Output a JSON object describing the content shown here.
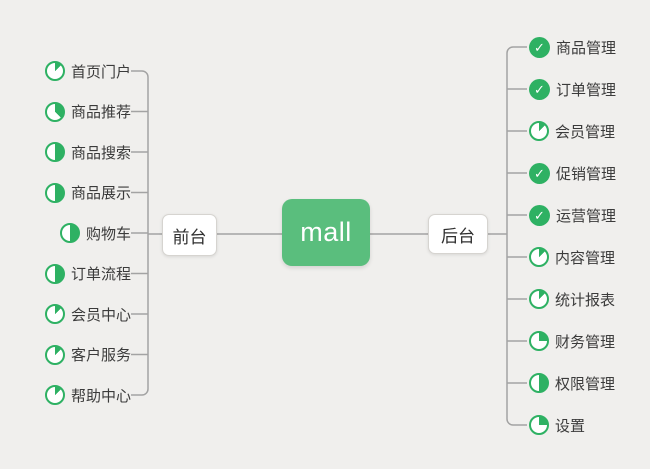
{
  "mindmap": {
    "root": {
      "label": "mall"
    },
    "branches": [
      {
        "side": "left",
        "label": "前台",
        "items": [
          {
            "label": "首页门户",
            "progress": "1/8"
          },
          {
            "label": "商品推荐",
            "progress": "3/8"
          },
          {
            "label": "商品搜索",
            "progress": "1/2"
          },
          {
            "label": "商品展示",
            "progress": "1/2"
          },
          {
            "label": "购物车",
            "progress": "1/2"
          },
          {
            "label": "订单流程",
            "progress": "1/2"
          },
          {
            "label": "会员中心",
            "progress": "1/8"
          },
          {
            "label": "客户服务",
            "progress": "1/8"
          },
          {
            "label": "帮助中心",
            "progress": "1/8"
          }
        ]
      },
      {
        "side": "right",
        "label": "后台",
        "items": [
          {
            "label": "商品管理",
            "progress": "done"
          },
          {
            "label": "订单管理",
            "progress": "done"
          },
          {
            "label": "会员管理",
            "progress": "1/8"
          },
          {
            "label": "促销管理",
            "progress": "done"
          },
          {
            "label": "运营管理",
            "progress": "done"
          },
          {
            "label": "内容管理",
            "progress": "1/8"
          },
          {
            "label": "统计报表",
            "progress": "1/8"
          },
          {
            "label": "财务管理",
            "progress": "1/4"
          },
          {
            "label": "权限管理",
            "progress": "1/2"
          },
          {
            "label": "设置",
            "progress": "1/4"
          }
        ]
      }
    ],
    "icons": {
      "done_glyph": "✓"
    }
  },
  "colors": {
    "background": "#f0efed",
    "root_green": "#5abe7d",
    "icon_green": "#2eb163",
    "line_gray": "#a3a3a3",
    "label_color": "#3b3b3b",
    "node_border": "#d6d4d0"
  }
}
